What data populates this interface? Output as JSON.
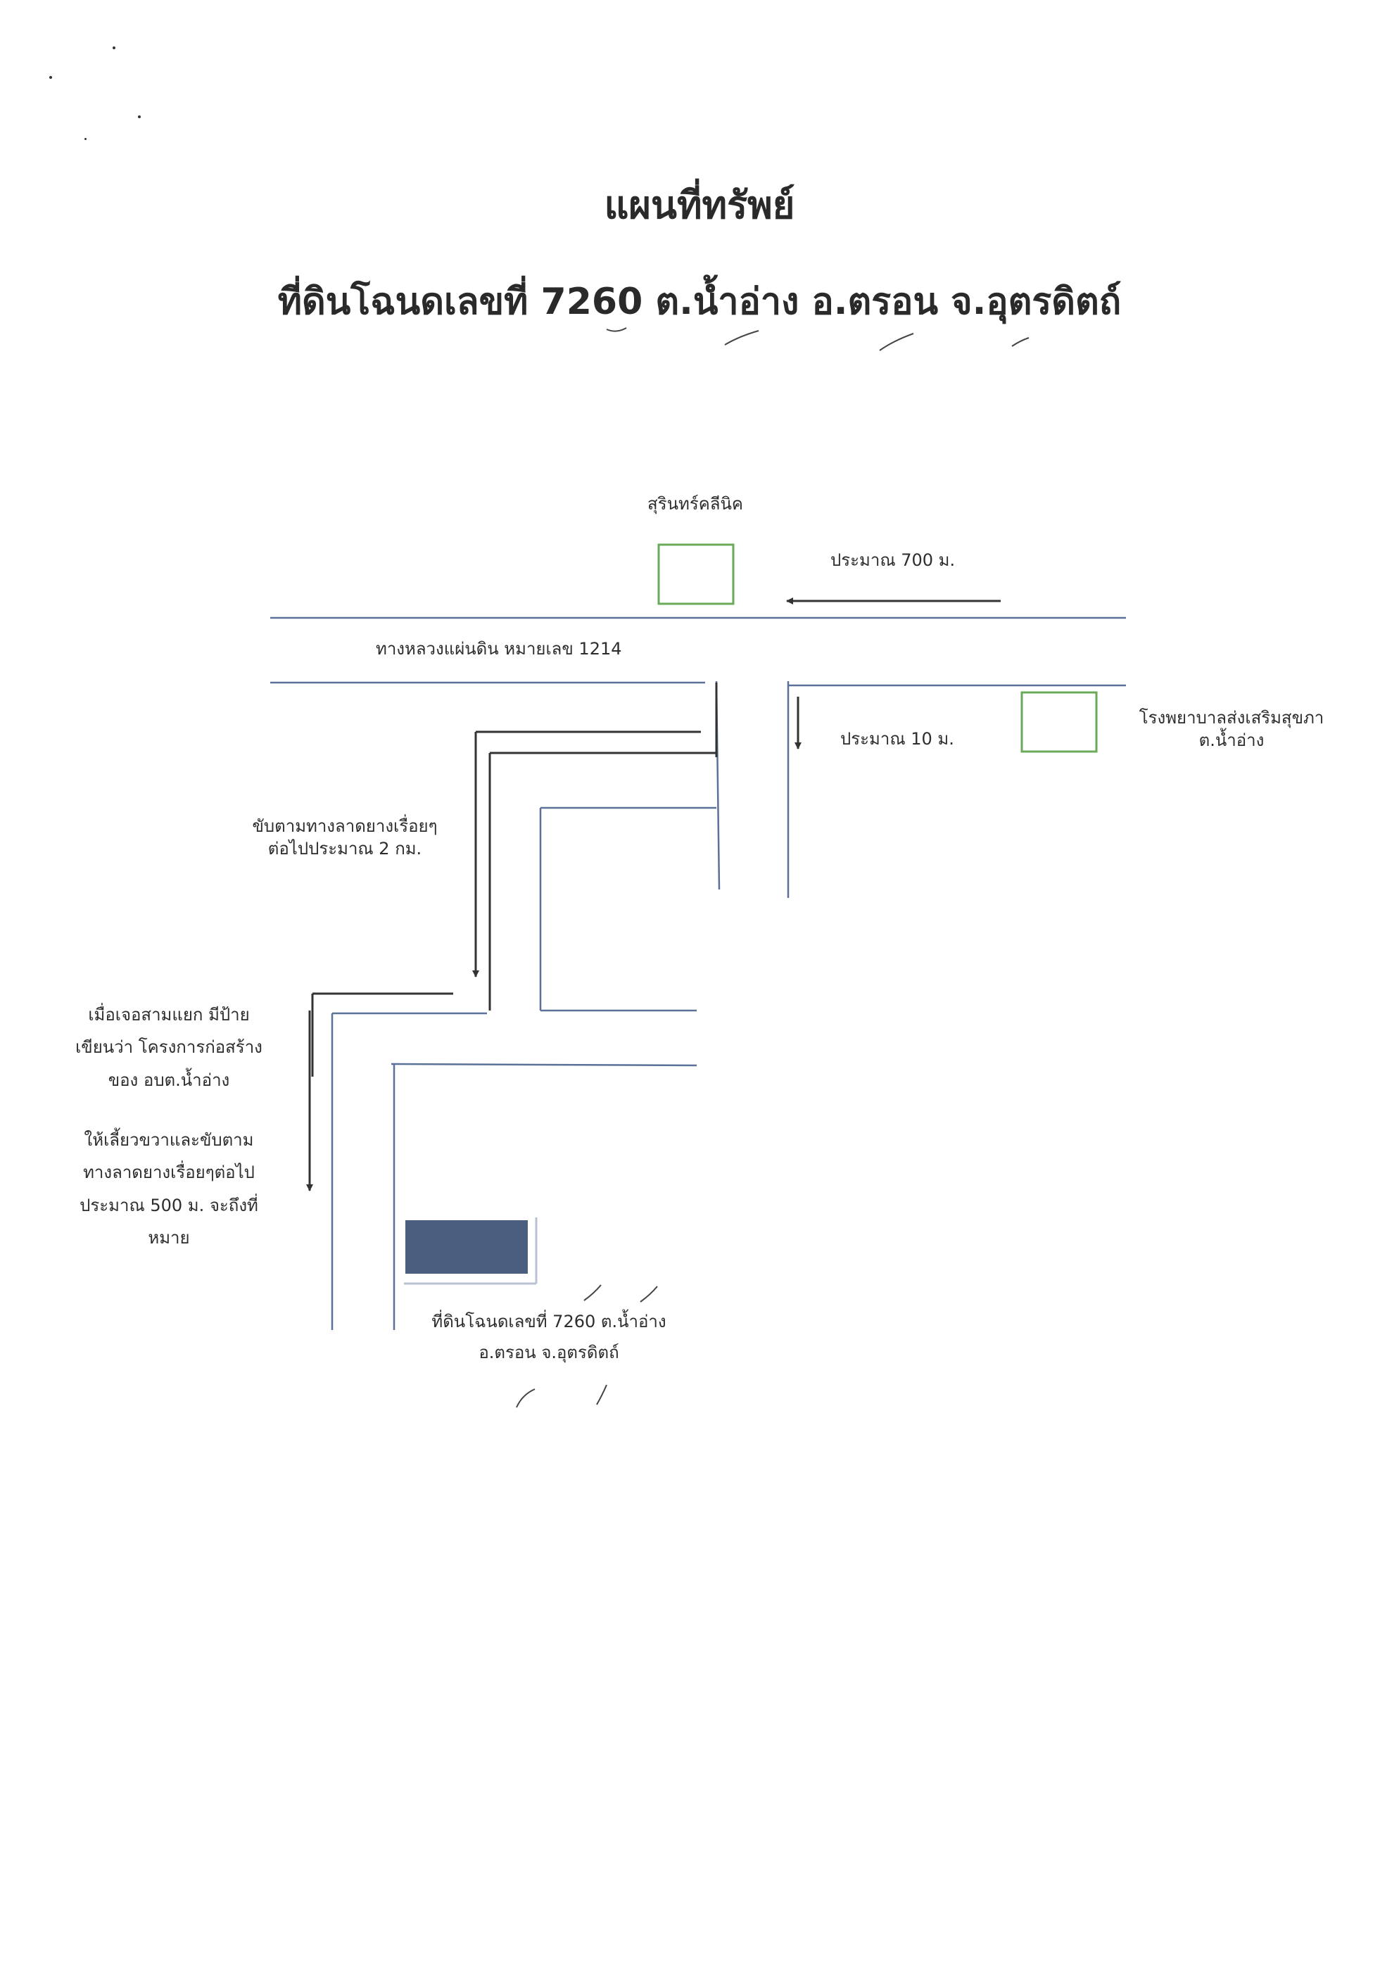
{
  "title": "แผนที่ทรัพย์",
  "subtitle": "ที่ดินโฉนดเลขที่ 7260 ต.น้ำอ่าง อ.ตรอน จ.อุตรดิตถ์",
  "map": {
    "landmarks": {
      "clinic": "สุรินทร์คลีนิค",
      "hospital": {
        "line1": "โรงพยาบาลส่งเสริมสุขภา",
        "line2": "ต.น้ำอ่าง"
      }
    },
    "roads": {
      "highway": "ทางหลวงแผ่นดิน หมายเลข 1214"
    },
    "distances": {
      "approx_700m": "ประมาณ 700 ม.",
      "approx_10m": "ประมาณ 10 ม."
    },
    "directions": {
      "step1": {
        "line1": "ขับตามทางลาดยางเรื่อยๆ",
        "line2": "ต่อไปประมาณ 2 กม."
      },
      "step2": {
        "line1": "เมื่อเจอสามแยก มีป้าย",
        "line2": "เขียนว่า โครงการก่อสร้าง",
        "line3": "ของ อบต.น้ำอ่าง"
      },
      "step3": {
        "line1": "ให้เลี้ยวขวาและขับตาม",
        "line2": "ทางลาดยางเรื่อยๆต่อไป",
        "line3": "ประมาณ 500 ม. จะถึงที่",
        "line4": "หมาย"
      }
    },
    "property": {
      "line1": "ที่ดินโฉนดเลขที่ 7260 ต.น้ำอ่าง",
      "line2": "อ.ตรอน จ.อุตรดิตถ์"
    }
  },
  "colors": {
    "road": "#5a7198",
    "landmark_box": "#6aaa5a",
    "property_fill": "#4a5e80",
    "arrow": "#333333",
    "text": "#2d2d2d"
  }
}
